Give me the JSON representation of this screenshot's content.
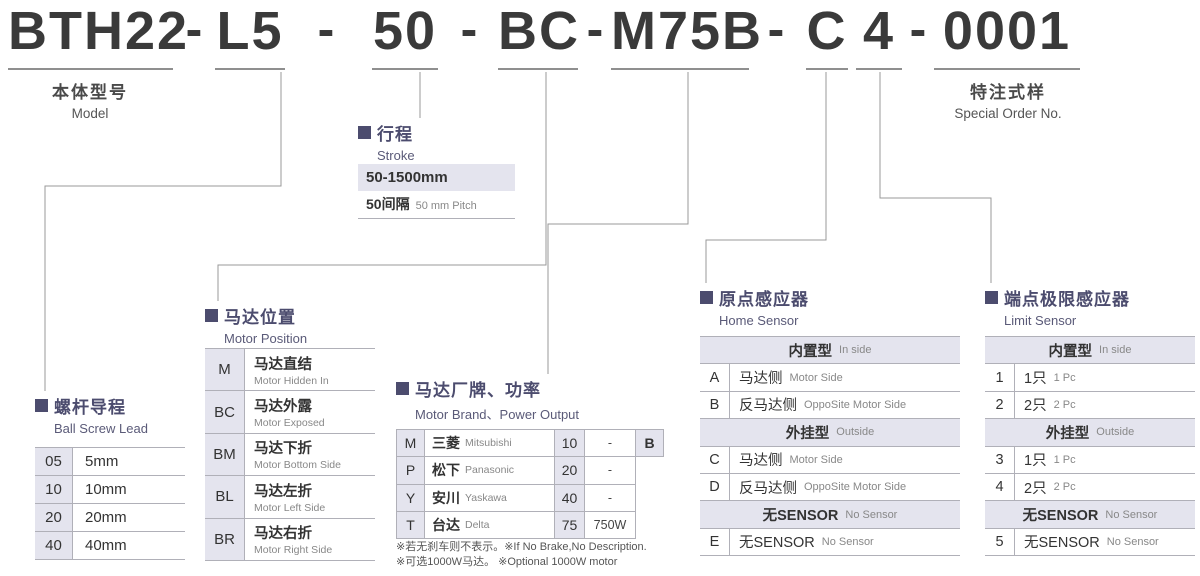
{
  "model_code": {
    "separator": "-",
    "segments": [
      "BTH22",
      "L5",
      "50",
      "BC",
      "M75B",
      "C",
      "4",
      "0001"
    ]
  },
  "model_label": {
    "zh": "本体型号",
    "en": "Model"
  },
  "special_order_label": {
    "zh": "特注式样",
    "en": "Special Order No."
  },
  "stroke": {
    "title_zh": "行程",
    "title_en": "Stroke",
    "range": "50-1500mm",
    "pitch_zh": "50间隔",
    "pitch_en": "50 mm Pitch"
  },
  "ball_screw_lead": {
    "title_zh": "螺杆导程",
    "title_en": "Ball Screw Lead",
    "rows": [
      {
        "code": "05",
        "value": "5mm"
      },
      {
        "code": "10",
        "value": "10mm"
      },
      {
        "code": "20",
        "value": "20mm"
      },
      {
        "code": "40",
        "value": "40mm"
      }
    ]
  },
  "motor_position": {
    "title_zh": "马达位置",
    "title_en": "Motor Position",
    "rows": [
      {
        "code": "M",
        "zh": "马达直结",
        "en": "Motor Hidden In"
      },
      {
        "code": "BC",
        "zh": "马达外露",
        "en": "Motor Exposed"
      },
      {
        "code": "BM",
        "zh": "马达下折",
        "en": "Motor Bottom Side"
      },
      {
        "code": "BL",
        "zh": "马达左折",
        "en": "Motor Left Side"
      },
      {
        "code": "BR",
        "zh": "马达右折",
        "en": "Motor Right Side"
      }
    ]
  },
  "motor_brand": {
    "title_zh": "马达厂牌、功率",
    "title_en": "Motor Brand、Power Output",
    "rows": [
      {
        "code": "M",
        "zh": "三菱",
        "en": "Mitsubishi",
        "power": "10",
        "power_desc": "-",
        "brake": "B"
      },
      {
        "code": "P",
        "zh": "松下",
        "en": "Panasonic",
        "power": "20",
        "power_desc": "-",
        "brake": ""
      },
      {
        "code": "Y",
        "zh": "安川",
        "en": "Yaskawa",
        "power": "40",
        "power_desc": "-",
        "brake": ""
      },
      {
        "code": "T",
        "zh": "台达",
        "en": "Delta",
        "power": "75",
        "power_desc": "750W",
        "brake": ""
      }
    ],
    "notes": [
      "※若无刹车则不表示。※If No Brake,No Description.",
      "※可选1000W马达。 ※Optional 1000W motor"
    ]
  },
  "home_sensor": {
    "title_zh": "原点感应器",
    "title_en": "Home Sensor",
    "rows": [
      {
        "type": "header",
        "zh": "内置型",
        "en": "In side"
      },
      {
        "type": "item",
        "code": "A",
        "zh": "马达侧",
        "en": "Motor Side"
      },
      {
        "type": "item",
        "code": "B",
        "zh": "反马达侧",
        "en": "OppoSite Motor Side"
      },
      {
        "type": "header",
        "zh": "外挂型",
        "en": "Outside"
      },
      {
        "type": "item",
        "code": "C",
        "zh": "马达侧",
        "en": "Motor Side"
      },
      {
        "type": "item",
        "code": "D",
        "zh": "反马达侧",
        "en": "OppoSite Motor Side"
      },
      {
        "type": "header",
        "zh": "无SENSOR",
        "en": "No Sensor"
      },
      {
        "type": "item",
        "code": "E",
        "zh": "无SENSOR",
        "en": "No Sensor"
      }
    ]
  },
  "limit_sensor": {
    "title_zh": "端点极限感应器",
    "title_en": "Limit Sensor",
    "rows": [
      {
        "type": "header",
        "zh": "内置型",
        "en": "In side"
      },
      {
        "type": "item",
        "code": "1",
        "zh": "1只",
        "en": "1 Pc"
      },
      {
        "type": "item",
        "code": "2",
        "zh": "2只",
        "en": "2 Pc"
      },
      {
        "type": "header",
        "zh": "外挂型",
        "en": "Outside"
      },
      {
        "type": "item",
        "code": "3",
        "zh": "1只",
        "en": "1 Pc"
      },
      {
        "type": "item",
        "code": "4",
        "zh": "2只",
        "en": "2 Pc"
      },
      {
        "type": "header",
        "zh": "无SENSOR",
        "en": "No Sensor"
      },
      {
        "type": "item",
        "code": "5",
        "zh": "无SENSOR",
        "en": "No Sensor"
      }
    ]
  },
  "colors": {
    "accent": "#4c4c6e",
    "shade": "#e4e4ee",
    "line": "#999999",
    "title_text": "#3a3a3a"
  }
}
